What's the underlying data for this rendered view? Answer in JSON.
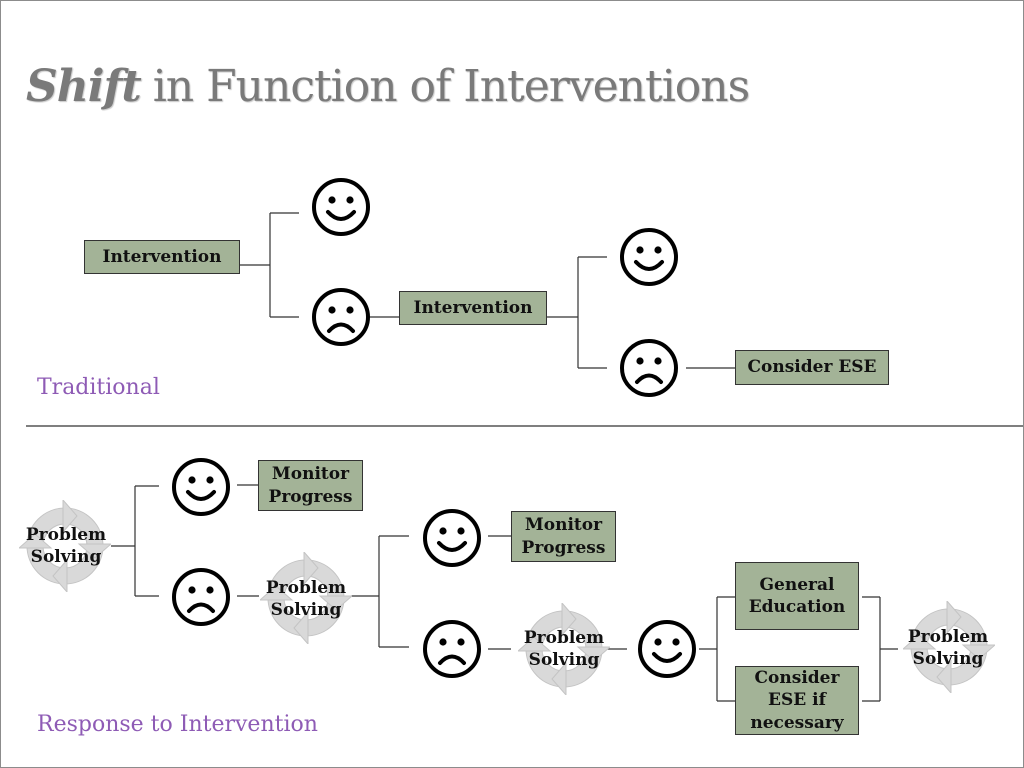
{
  "title": {
    "emphasis": "Shift",
    "rest": "in Function of Interventions"
  },
  "sections": {
    "traditional": "Traditional",
    "rti": "Response to Intervention"
  },
  "traditional": {
    "intervention_1": "Intervention",
    "intervention_2": "Intervention",
    "consider_ese": "Consider ESE"
  },
  "rti": {
    "problem_solving": "Problem\nSolving",
    "monitor_progress": "Monitor\nProgress",
    "general_education": "General\nEducation",
    "consider_ese_if_necessary": "Consider\nESE if\nnecessary"
  },
  "colors": {
    "box_fill": "#a3b397",
    "section_label": "#8e5bb5",
    "title": "#7a7a7a",
    "cycle_arrows": "#d9d9d9"
  },
  "icons": [
    "happy-face-icon",
    "sad-face-icon",
    "cycle-arrows-icon"
  ]
}
